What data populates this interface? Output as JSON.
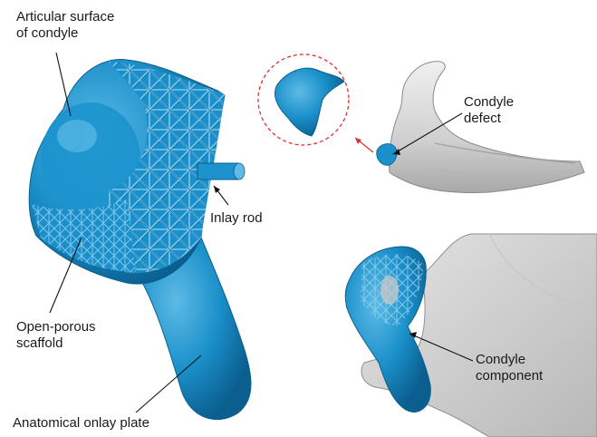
{
  "colors": {
    "implant": "#1a8fc9",
    "implant_dark": "#0b5f8f",
    "implant_light": "#5dbbe6",
    "bone": "#d9d9d9",
    "bone_dark": "#9a9a9a",
    "callout": "#e03030",
    "leader": "#111111"
  },
  "labels": {
    "articular": [
      "Articular surface",
      "of condyle"
    ],
    "inlay_rod": "Inlay rod",
    "scaffold": [
      "Open-porous",
      "scaffold"
    ],
    "onlay_plate": "Anatomical onlay plate",
    "condyle_defect": [
      "Condyle",
      "defect"
    ],
    "condyle_component": [
      "Condyle",
      "component"
    ]
  },
  "icons": {
    "detail_callout": "dashed-circle-magnifier"
  }
}
